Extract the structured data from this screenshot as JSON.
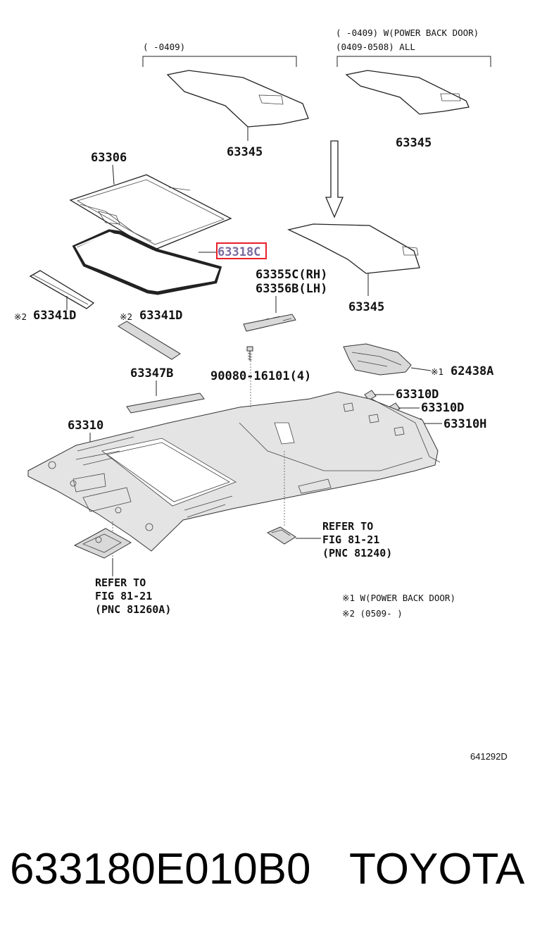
{
  "notes": {
    "left_range": "(    -0409)",
    "right_range_1": "(    -0409) W(POWER BACK DOOR)",
    "right_range_2": "(0409-0508) ALL",
    "footnote_1": "※1 W(POWER BACK DOOR)",
    "footnote_2": "※2 (0509-    )"
  },
  "parts": {
    "p63345_a": "63345",
    "p63345_b": "63345",
    "p63345_c": "63345",
    "p63306": "63306",
    "p63318c": "63318C",
    "p63355c": "63355C(RH)",
    "p63356b": "63356B(LH)",
    "p63341d_a": "63341D",
    "p63341d_b": "63341D",
    "mark2_a": "※2",
    "mark2_b": "※2",
    "p63347b": "63347B",
    "p90080": "90080-16101(4)",
    "mark1": "※1",
    "p62438a": "62438A",
    "p63310d_a": "63310D",
    "p63310d_b": "63310D",
    "p63310h": "63310H",
    "p63310": "63310"
  },
  "refs": {
    "ref1_l1": "REFER TO",
    "ref1_l2": "FIG 81-21",
    "ref1_l3": "(PNC 81240)",
    "ref2_l1": "REFER TO",
    "ref2_l2": "FIG 81-21",
    "ref2_l3": "(PNC 81260A)"
  },
  "diagram_code": "641292D",
  "footer": {
    "part_number": "633180E010B0",
    "brand": "TOYOTA"
  },
  "highlight_color": "#e8202a"
}
